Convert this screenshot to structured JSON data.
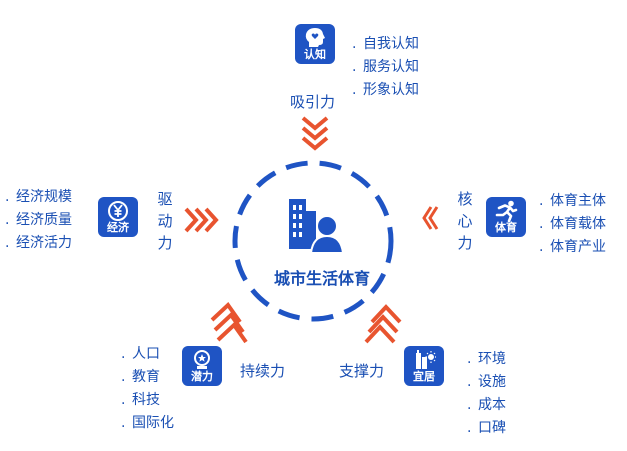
{
  "center": {
    "title": "城市生活体育",
    "icon": "city-person-icon"
  },
  "nodes": {
    "cognition": {
      "badge_label": "认知",
      "icon": "head-heart-icon",
      "force": "吸引力",
      "items": [
        "自我认知",
        "服务认知",
        "形象认知"
      ]
    },
    "economy": {
      "badge_label": "经济",
      "icon": "yuan-coin-icon",
      "force": "驱动力",
      "items": [
        "经济规模",
        "经济质量",
        "经济活力"
      ]
    },
    "sport": {
      "badge_label": "体育",
      "icon": "runner-icon",
      "force": "核心力",
      "items": [
        "体育主体",
        "体育载体",
        "体育产业"
      ]
    },
    "potential": {
      "badge_label": "潜力",
      "icon": "medal-icon",
      "force": "持续力",
      "items": [
        "人口",
        "教育",
        "科技",
        "国际化"
      ]
    },
    "livability": {
      "badge_label": "宜居",
      "icon": "buildings-sun-icon",
      "force": "支撑力",
      "items": [
        "环境",
        "设施",
        "成本",
        "口碑"
      ]
    }
  },
  "colors": {
    "primary": "#1f54c4",
    "text": "#1a4fb3",
    "arrow": "#e8542f",
    "ring": "#1f54c4"
  }
}
